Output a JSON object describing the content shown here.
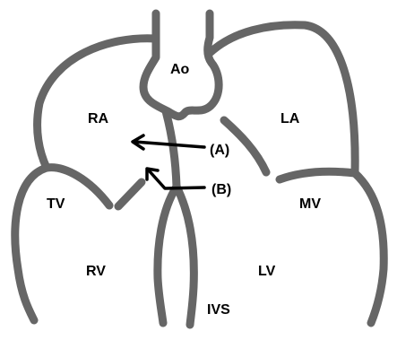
{
  "labels": {
    "ao": "Ao",
    "ra": "RA",
    "la": "LA",
    "tv": "TV",
    "mv": "MV",
    "rv": "RV",
    "lv": "LV",
    "ivs": "IVS",
    "arrow_a": "(A)",
    "arrow_b": "(B)"
  },
  "colors": {
    "wall": "#666666",
    "arrow": "#000000",
    "background": "#ffffff"
  }
}
